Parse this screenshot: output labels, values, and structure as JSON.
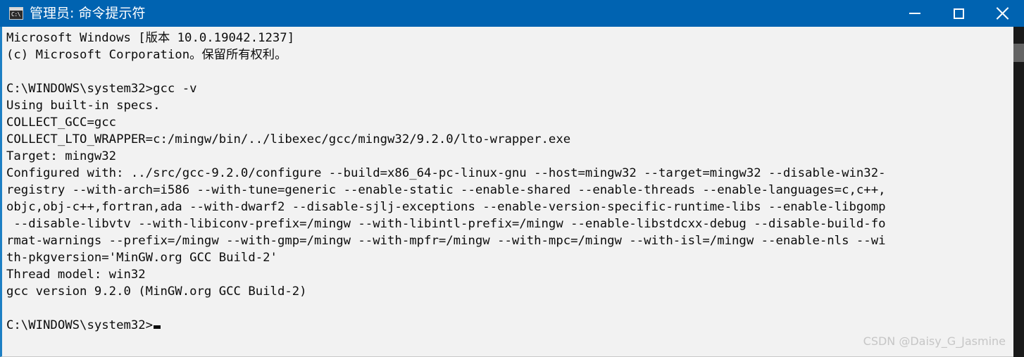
{
  "window": {
    "title": "管理员: 命令提示符",
    "icon": "cmd-icon",
    "icon_glyph": "C:\\",
    "accent_color": "#0063b1",
    "controls": {
      "minimize_label": "—",
      "maximize_label": "□",
      "close_label": "✕"
    }
  },
  "console": {
    "background_color": "#f2f2f2",
    "foreground_color": "#0c0c0c",
    "lines": [
      "Microsoft Windows [版本 10.0.19042.1237]",
      "(c) Microsoft Corporation。保留所有权利。",
      "",
      "C:\\WINDOWS\\system32>gcc -v",
      "Using built-in specs.",
      "COLLECT_GCC=gcc",
      "COLLECT_LTO_WRAPPER=c:/mingw/bin/../libexec/gcc/mingw32/9.2.0/lto-wrapper.exe",
      "Target: mingw32",
      "Configured with: ../src/gcc-9.2.0/configure --build=x86_64-pc-linux-gnu --host=mingw32 --target=mingw32 --disable-win32-",
      "registry --with-arch=i586 --with-tune=generic --enable-static --enable-shared --enable-threads --enable-languages=c,c++,",
      "objc,obj-c++,fortran,ada --with-dwarf2 --disable-sjlj-exceptions --enable-version-specific-runtime-libs --enable-libgomp",
      " --disable-libvtv --with-libiconv-prefix=/mingw --with-libintl-prefix=/mingw --enable-libstdcxx-debug --disable-build-fo",
      "rmat-warnings --prefix=/mingw --with-gmp=/mingw --with-mpfr=/mingw --with-mpc=/mingw --with-isl=/mingw --enable-nls --wi",
      "th-pkgversion='MinGW.org GCC Build-2'",
      "Thread model: win32",
      "gcc version 9.2.0 (MinGW.org GCC Build-2)",
      "",
      "C:\\WINDOWS\\system32>"
    ],
    "prompt_cursor": "block"
  },
  "scrollbar": {
    "track_color": "#1a1a1a",
    "thumb_color": "#646464"
  },
  "watermark": {
    "text": "CSDN @Daisy_G_Jasmine",
    "color": "#c6c6c6"
  }
}
